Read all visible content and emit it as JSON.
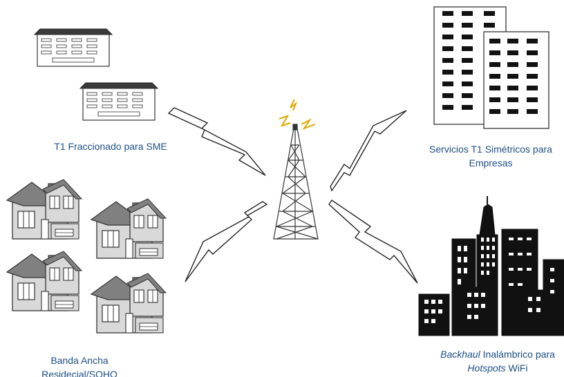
{
  "labels": {
    "sme": "T1 Fraccionado para SME",
    "t1_line1": "Servicios T1 Simétricos para",
    "t1_line2": "Empresas",
    "res_line1": "Banda Ancha",
    "res_line2": "Residecial/SOHO",
    "wifi_line1_italic": "Backhaul",
    "wifi_line1_rest": " Inalámbrico para",
    "wifi_line2_italic": "Hotspots",
    "wifi_line2_rest": " WiFi"
  },
  "colors": {
    "label_text": "#1e4f86",
    "antenna_signal": "#e0a800",
    "house_wall": "#d9d9d9",
    "house_roof": "#808080",
    "office_roof": "#3a3a3a",
    "skyline": "#111111"
  },
  "icons": [
    "office-building-icon",
    "tower-building-icon",
    "house-icon",
    "city-skyline-icon",
    "radio-tower-icon",
    "lightning-link-icon"
  ]
}
